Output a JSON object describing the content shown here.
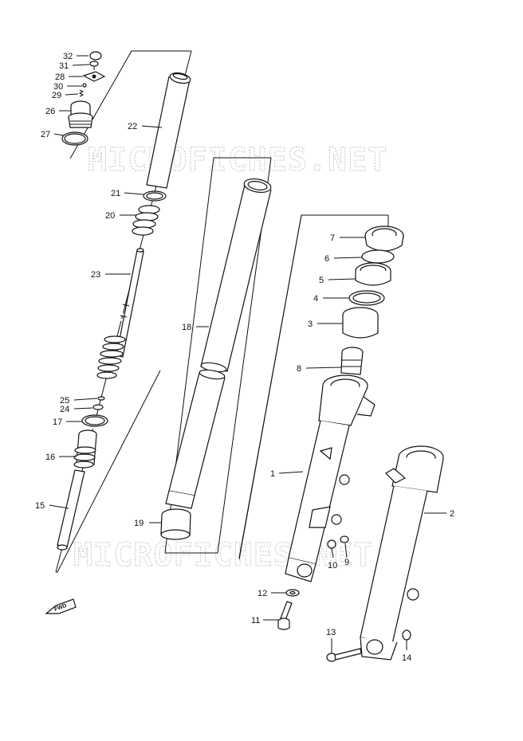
{
  "watermark": "MICROFICHES.NET",
  "direction_label": "FWD",
  "callouts": {
    "p1": "1",
    "p2": "2",
    "p3": "3",
    "p4": "4",
    "p5": "5",
    "p6": "6",
    "p7": "7",
    "p8": "8",
    "p9": "9",
    "p10": "10",
    "p11": "11",
    "p12": "12",
    "p13": "13",
    "p14": "14",
    "p15": "15",
    "p16": "16",
    "p17": "17",
    "p18": "18",
    "p19": "19",
    "p20": "20",
    "p21": "21",
    "p22": "22",
    "p23": "23",
    "p24": "24",
    "p25": "25",
    "p26": "26",
    "p27": "27",
    "p28": "28",
    "p29": "29",
    "p30": "30",
    "p31": "31",
    "p32": "32"
  }
}
